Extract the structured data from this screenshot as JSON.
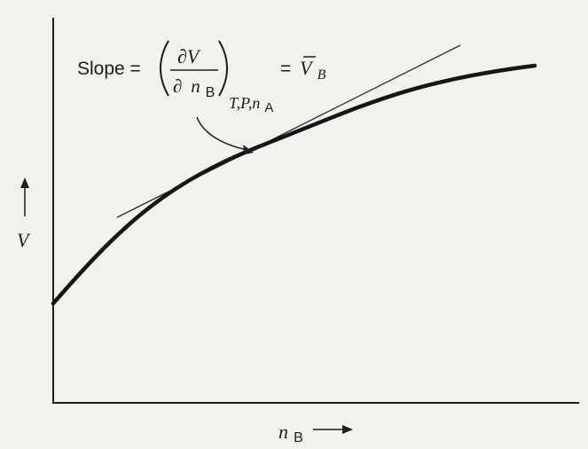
{
  "labels": {
    "slope_text": "Slope =",
    "partial_num": "∂V",
    "partial_den_d": "∂",
    "partial_den_n": "n",
    "partial_den_sub": "B",
    "constraints": "T,P,n",
    "constraints_sub": "A",
    "equals": "=",
    "result_var": "V",
    "result_sub": "B",
    "y_axis": "V",
    "x_axis": "n",
    "x_axis_sub": "B"
  },
  "colors": {
    "ink": "#1c1c1c",
    "curve": "#151515",
    "background": "#f1f1ee"
  }
}
